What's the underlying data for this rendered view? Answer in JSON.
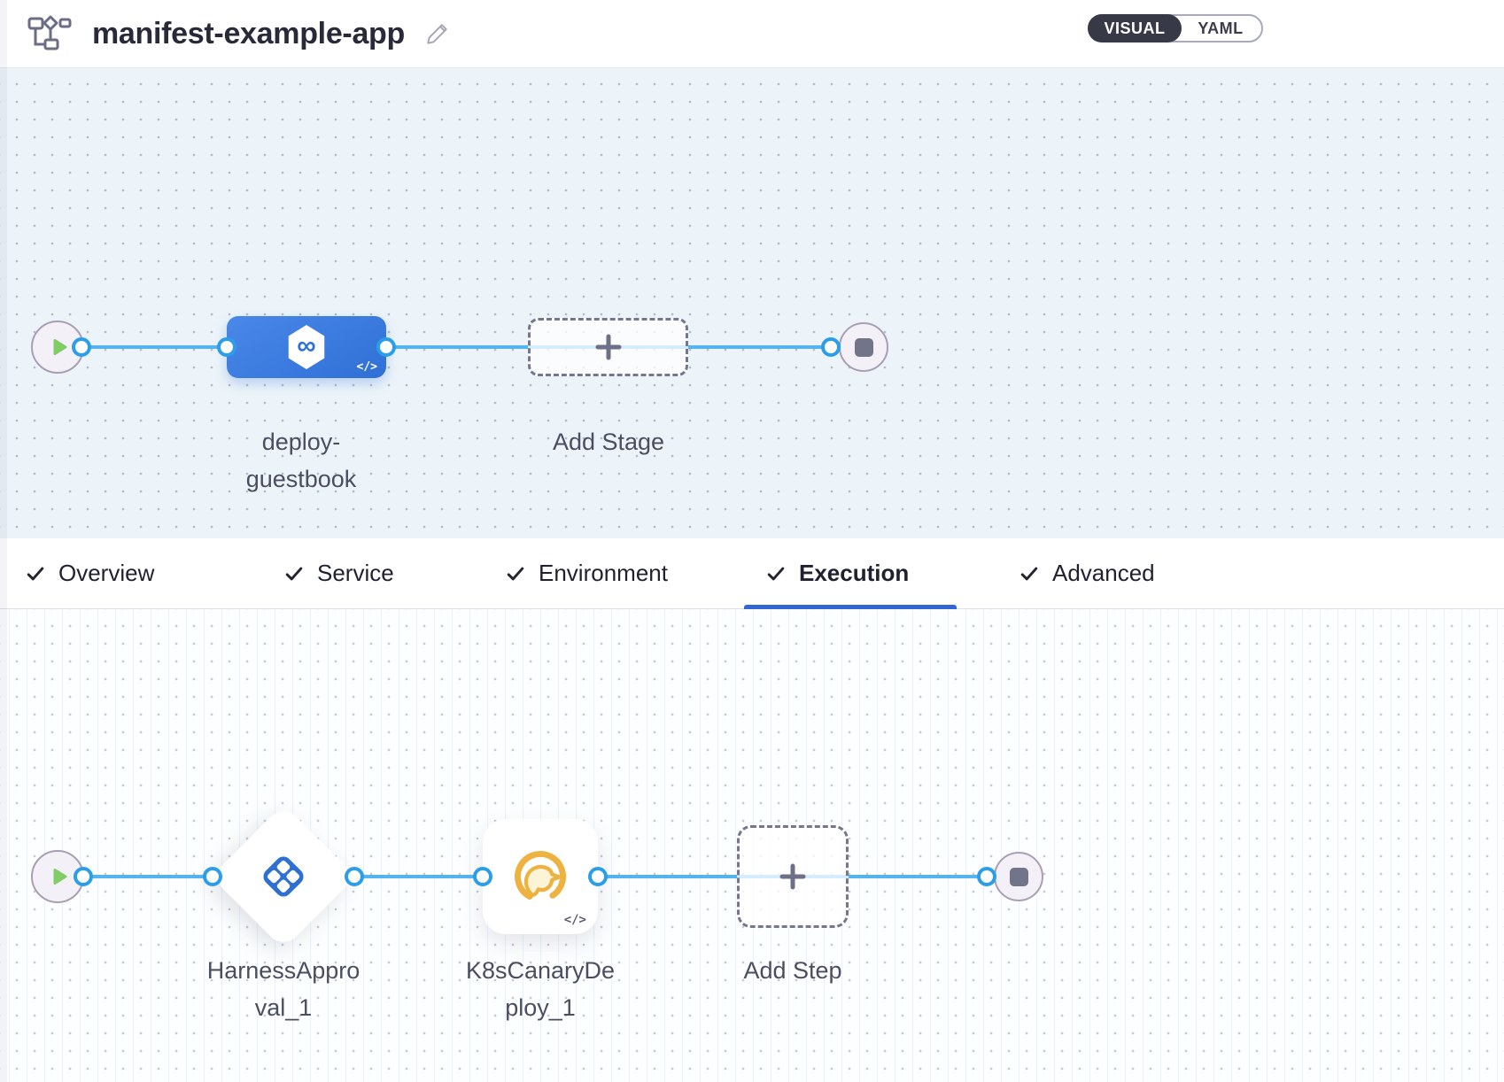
{
  "header": {
    "title": "manifest-example-app",
    "view_toggle": {
      "visual_label": "VISUAL",
      "yaml_label": "YAML",
      "selected": "VISUAL"
    }
  },
  "stage_pipeline": {
    "stage": {
      "name": "deploy-guestbook",
      "code_badge": "</>",
      "icon": "infinity-cd-icon",
      "icon_glyph": "∞"
    },
    "add_stage_label": "Add Stage"
  },
  "tabs": {
    "items": [
      {
        "label": "Overview",
        "checked": true
      },
      {
        "label": "Service",
        "checked": true
      },
      {
        "label": "Environment",
        "checked": true
      },
      {
        "label": "Execution",
        "checked": true,
        "active": true
      },
      {
        "label": "Advanced",
        "checked": true
      }
    ],
    "active": "Execution"
  },
  "execution_pipeline": {
    "steps": [
      {
        "name": "HarnessApproval_1",
        "type": "harness-approval"
      },
      {
        "name": "K8sCanaryDeploy_1",
        "type": "k8s-canary-deploy",
        "code_badge": "</>"
      }
    ],
    "add_step_label": "Add Step"
  },
  "colors": {
    "stage_node_blue": "#3b7de0",
    "connector_blue": "#55b4f0",
    "port_border_blue": "#2c9ee9",
    "active_tab_underline": "#3166d4",
    "toggle_active_bg": "#383946",
    "play_green": "#82cd68",
    "canary_yellow": "#edb240",
    "approval_blue": "#2d6fd2",
    "canvas_upper_bg": "#ecf4f9",
    "label_text": "#4b4d61"
  }
}
